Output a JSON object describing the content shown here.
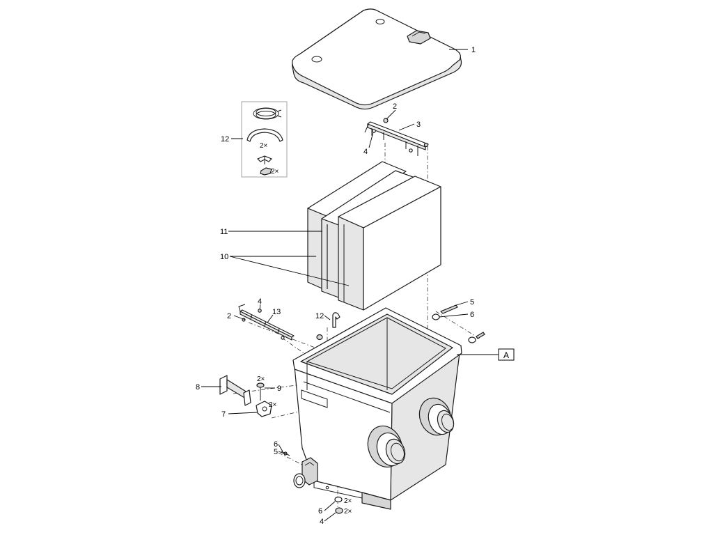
{
  "callouts": [
    {
      "id": "c1",
      "text": "1"
    },
    {
      "id": "c2a",
      "text": "2"
    },
    {
      "id": "c3",
      "text": "3"
    },
    {
      "id": "c4a",
      "text": "4"
    },
    {
      "id": "c12a",
      "text": "12"
    },
    {
      "id": "c11",
      "text": "11"
    },
    {
      "id": "c10",
      "text": "10"
    },
    {
      "id": "c4b",
      "text": "4"
    },
    {
      "id": "c13",
      "text": "13"
    },
    {
      "id": "c2b",
      "text": "2"
    },
    {
      "id": "c12b",
      "text": "12"
    },
    {
      "id": "c5a",
      "text": "5"
    },
    {
      "id": "c6a",
      "text": "6"
    },
    {
      "id": "c8",
      "text": "8"
    },
    {
      "id": "c9",
      "text": "9"
    },
    {
      "id": "c7",
      "text": "7"
    },
    {
      "id": "c6b",
      "text": "6"
    },
    {
      "id": "c5b",
      "text": "5"
    },
    {
      "id": "c6c",
      "text": "6"
    },
    {
      "id": "c4c",
      "text": "4"
    }
  ],
  "quantities": [
    {
      "id": "q12-clip",
      "text": "2×"
    },
    {
      "id": "q12-nozzle",
      "text": "2×"
    },
    {
      "id": "q9",
      "text": "2×"
    },
    {
      "id": "q7",
      "text": "2×"
    },
    {
      "id": "q6c",
      "text": "2×"
    },
    {
      "id": "q4c",
      "text": "2×"
    }
  ],
  "reference_box": {
    "label": "A"
  }
}
